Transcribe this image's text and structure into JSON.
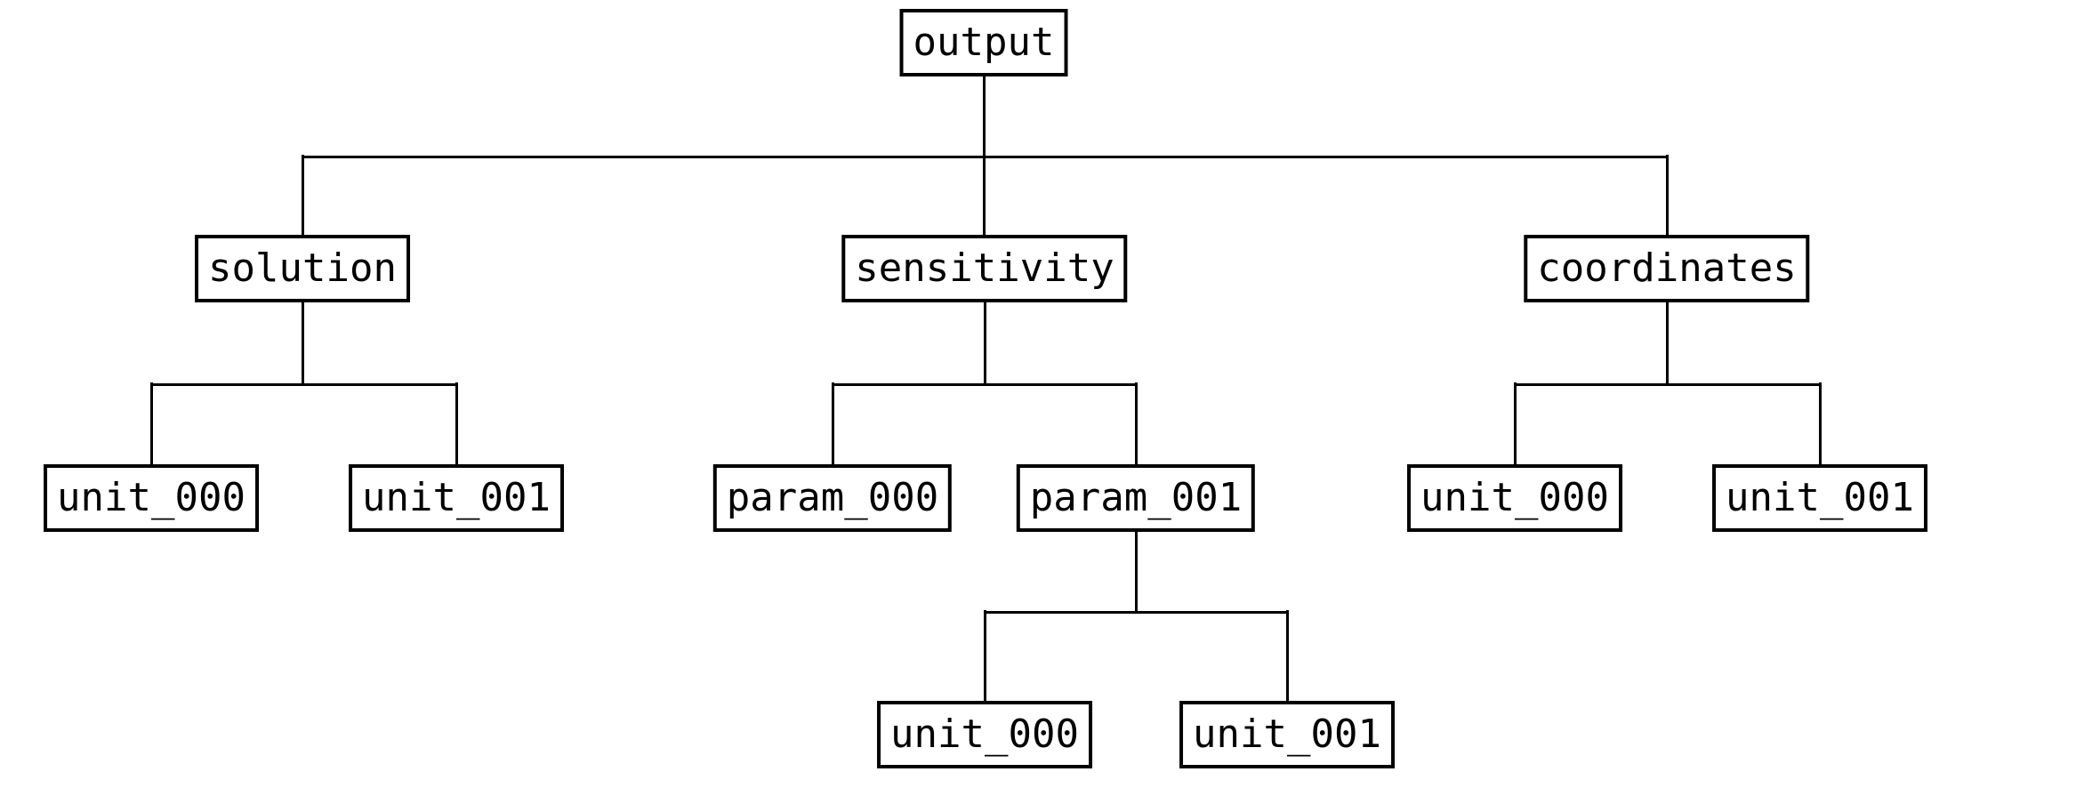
{
  "diagram": {
    "type": "tree",
    "background": "#ffffff",
    "colors": {
      "line": "#000000",
      "box_border": "#000000",
      "text": "#000000"
    },
    "root": {
      "label": "output",
      "children": [
        {
          "label": "solution",
          "children": [
            {
              "label": "unit_000"
            },
            {
              "label": "unit_001"
            }
          ]
        },
        {
          "label": "sensitivity",
          "children": [
            {
              "label": "param_000"
            },
            {
              "label": "param_001",
              "children": [
                {
                  "label": "unit_000"
                },
                {
                  "label": "unit_001"
                }
              ]
            }
          ]
        },
        {
          "label": "coordinates",
          "children": [
            {
              "label": "unit_000"
            },
            {
              "label": "unit_001"
            }
          ]
        }
      ]
    }
  }
}
